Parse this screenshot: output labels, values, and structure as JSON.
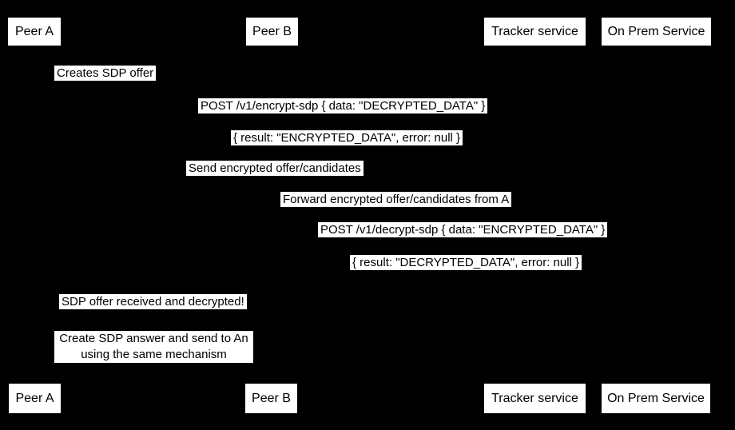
{
  "diagram_type": "sequence-diagram",
  "colors": {
    "background": "#000000",
    "box_fill": "#ffffff",
    "text": "#000000"
  },
  "participants": {
    "top": [
      "Peer A",
      "Peer B",
      "Tracker service",
      "On Prem Service"
    ],
    "bottom": [
      "Peer A",
      "Peer B",
      "Tracker service",
      "On Prem Service"
    ]
  },
  "messages": [
    "Creates SDP offer",
    "POST /v1/encrypt-sdp { data: \"DECRYPTED_DATA\" }",
    "{ result: \"ENCRYPTED_DATA\", error: null }",
    "Send encrypted offer/candidates",
    "Forward encrypted offer/candidates from A",
    "POST /v1/decrypt-sdp { data: \"ENCRYPTED_DATA\" }",
    "{ result: \"DECRYPTED_DATA\", error: null }",
    "SDP offer received and decrypted!",
    "Create SDP answer and send to An\nusing the same mechanism"
  ]
}
